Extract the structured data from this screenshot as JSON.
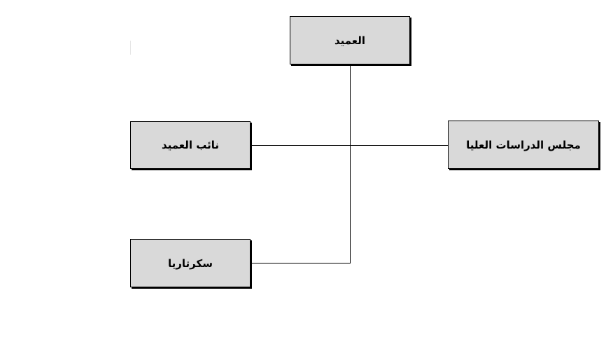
{
  "org_chart": {
    "nodes": {
      "dean": "العميد",
      "vice_dean": "نائب العميد",
      "graduate_council": "مجلس الدراسات العليا",
      "secretariat": "سكرتاريا"
    },
    "relations": [
      {
        "from": "dean",
        "to": "vice_dean"
      },
      {
        "from": "dean",
        "to": "graduate_council"
      },
      {
        "from": "dean",
        "to": "secretariat"
      }
    ]
  },
  "colors": {
    "node_fill": "#d9d9d9",
    "border": "#000000",
    "line": "#000000",
    "background": "#ffffff"
  }
}
